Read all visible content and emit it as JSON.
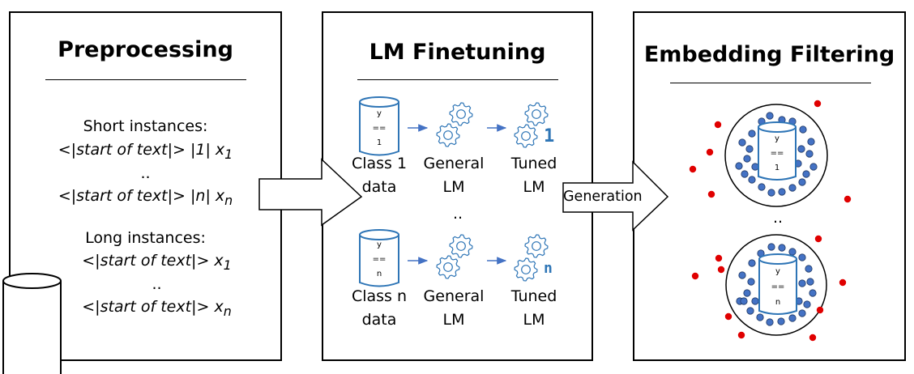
{
  "preprocessing": {
    "title": "Preprocessing",
    "short_header": "Short instances:",
    "long_header": "Long instances:",
    "start_token": "start of text",
    "first_label": "1",
    "last_label": "n",
    "x_var": "x",
    "ellipsis": ".."
  },
  "finetuning": {
    "title": "LM Finetuning",
    "cyl_y": "y",
    "cyl_eq": "==",
    "cyl_1": "1",
    "cyl_n": "n",
    "class1_label": "Class 1",
    "classn_label": "Class n",
    "data_label": "data",
    "general_label": "General",
    "lm_label": "LM",
    "tuned_label": "Tuned",
    "badge_1": "1",
    "badge_n": "n",
    "ellipsis": ".."
  },
  "generation_label": "Generation",
  "filtering": {
    "title": "Embedding Filtering",
    "cyl_y": "y",
    "cyl_eq": "==",
    "cyl_1": "1",
    "cyl_n": "n",
    "ellipsis": ".."
  },
  "colors": {
    "blue_dot": "#4472c4",
    "red_dot": "#e00000",
    "gear": "#2e75b6",
    "arrow": "#4472c4",
    "badge": "#2e75b6"
  }
}
